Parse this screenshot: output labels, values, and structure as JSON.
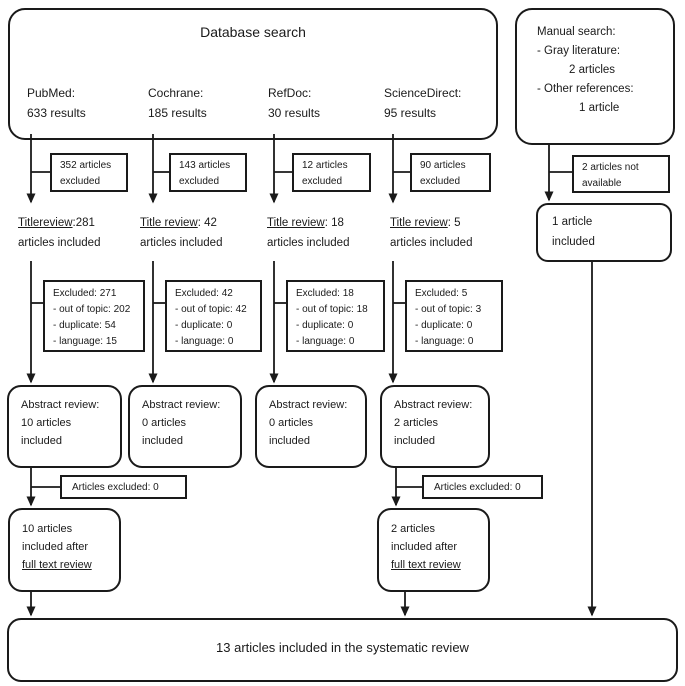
{
  "database_search": {
    "title": "Database search",
    "sources": [
      {
        "name": "PubMed:",
        "count": "633 results"
      },
      {
        "name": "Cochrane:",
        "count": "185 results"
      },
      {
        "name": "RefDoc:",
        "count": "30 results"
      },
      {
        "name": "ScienceDirect:",
        "count": "95 results"
      }
    ]
  },
  "manual_search": {
    "title": "Manual search:",
    "gray_label": "- Gray literature:",
    "gray_value": "2 articles",
    "other_label": "- Other references:",
    "other_value": "1 article",
    "not_available_line1": "2 articles not",
    "not_available_line2": "available",
    "included_line1": "1 article",
    "included_line2": "included"
  },
  "columns": [
    {
      "excluded_top_line1": "352 articles",
      "excluded_top_line2": "excluded",
      "title_review_underline": "Titlereview",
      "title_review_rest": ":281",
      "title_review_line2": "articles included",
      "excluded_line1": "Excluded: 271",
      "excluded_line2": "- out of topic: 202",
      "excluded_line3": "- duplicate: 54",
      "excluded_line4": "- language: 15",
      "abstract_line1": "Abstract review:",
      "abstract_line2": "10 articles",
      "abstract_line3": "included",
      "articles_excluded": "Articles excluded: 0",
      "fulltext_line1": "10 articles",
      "fulltext_line2": "included after",
      "fulltext_underline": "full text review"
    },
    {
      "excluded_top_line1": "143 articles",
      "excluded_top_line2": "excluded",
      "title_review_underline": "Title review",
      "title_review_rest": ": 42",
      "title_review_line2": "articles included",
      "excluded_line1": "Excluded: 42",
      "excluded_line2": "- out of topic: 42",
      "excluded_line3": "- duplicate: 0",
      "excluded_line4": "- language: 0",
      "abstract_line1": "Abstract review:",
      "abstract_line2": "0 articles",
      "abstract_line3": "included"
    },
    {
      "excluded_top_line1": "12 articles",
      "excluded_top_line2": "excluded",
      "title_review_underline": "Title review",
      "title_review_rest": ": 18",
      "title_review_line2": "articles included",
      "excluded_line1": "Excluded: 18",
      "excluded_line2": "- out of topic: 18",
      "excluded_line3": "- duplicate: 0",
      "excluded_line4": "- language: 0",
      "abstract_line1": "Abstract review:",
      "abstract_line2": "0 articles",
      "abstract_line3": "included"
    },
    {
      "excluded_top_line1": "90 articles",
      "excluded_top_line2": "excluded",
      "title_review_underline": "Title review",
      "title_review_rest": ": 5",
      "title_review_line2": "articles included",
      "excluded_line1": "Excluded: 5",
      "excluded_line2": "- out of topic: 3",
      "excluded_line3": "- duplicate: 0",
      "excluded_line4": "- language: 0",
      "abstract_line1": "Abstract review:",
      "abstract_line2": "2 articles",
      "abstract_line3": "included",
      "articles_excluded": "Articles excluded: 0",
      "fulltext_line1": "2 articles",
      "fulltext_line2": "included after",
      "fulltext_underline": "full text review"
    }
  ],
  "final_text": "13 articles included in the systematic review",
  "colors": {
    "line": "#1a1a1a",
    "background": "#ffffff"
  }
}
